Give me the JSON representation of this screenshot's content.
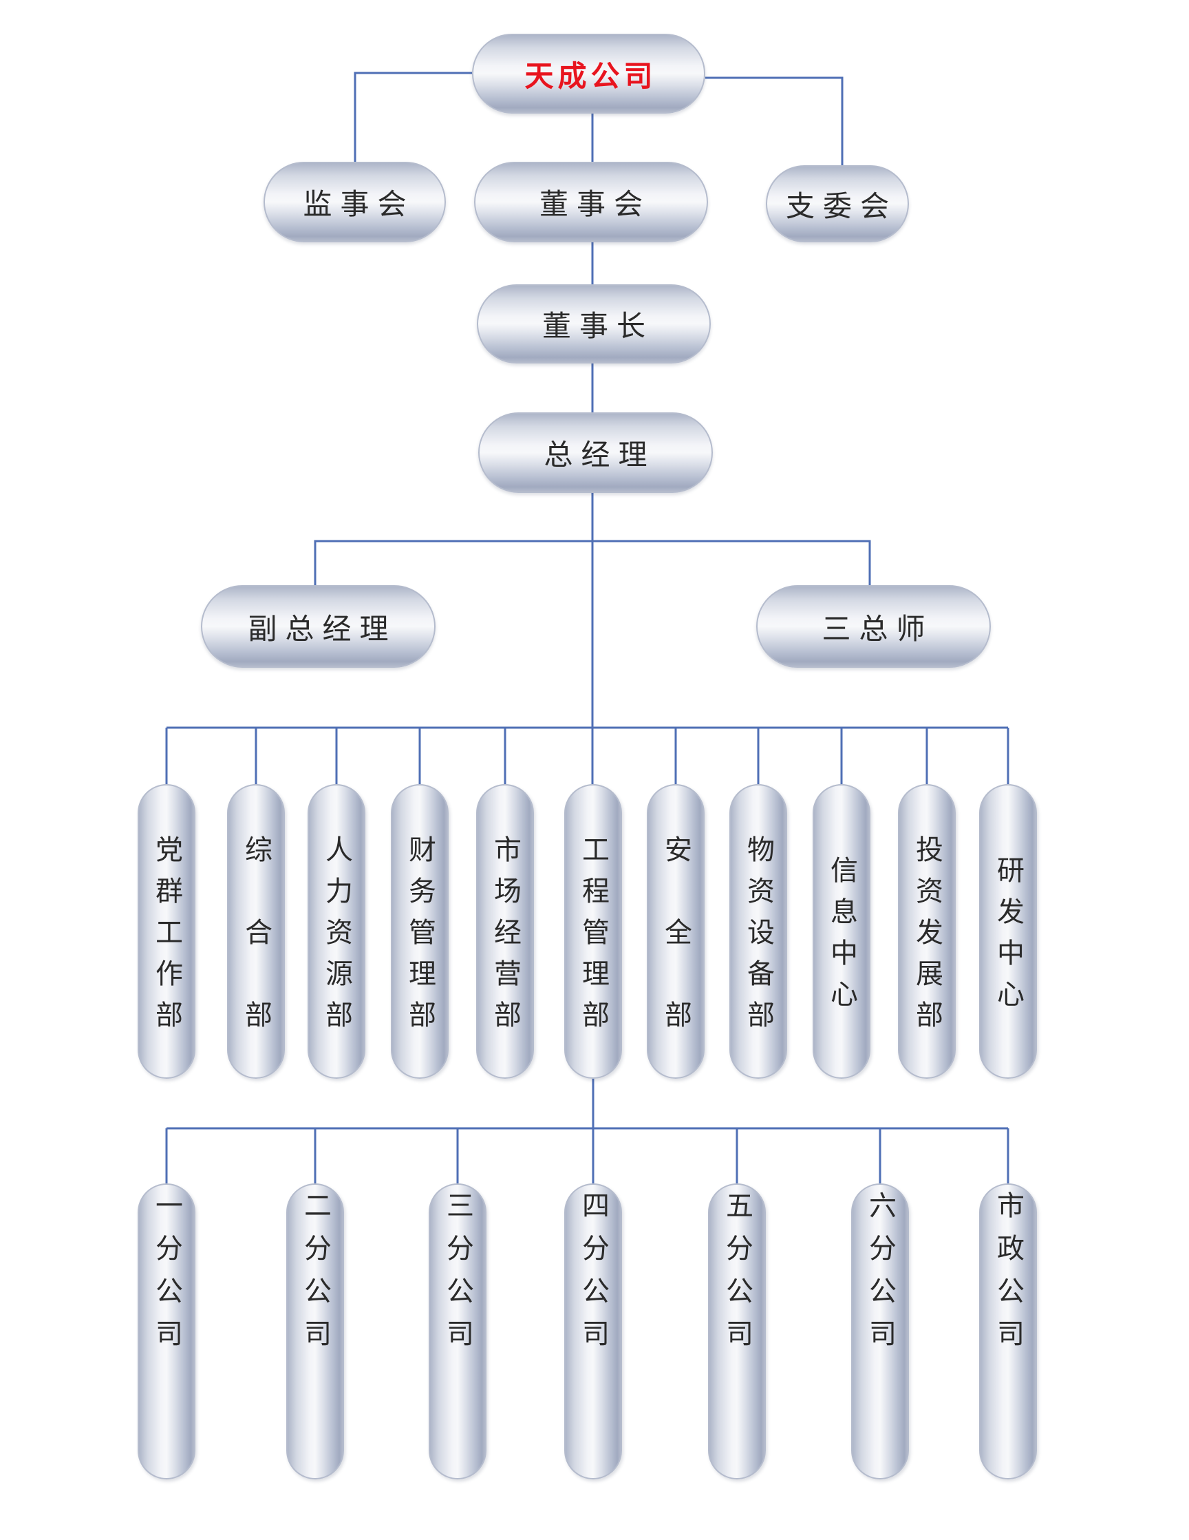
{
  "colors": {
    "line": "#4f6fb5",
    "company_text": "#e8141e",
    "node_text": "#2a2a2a"
  },
  "company": "天成公司",
  "governance": {
    "supervisory_board": "监事会",
    "board_of_directors": "董事会",
    "party_branch_committee": "支委会"
  },
  "chairman": "董事长",
  "general_manager": "总经理",
  "deputy_general_manager": "副总经理",
  "three_chiefs": "三总师",
  "departments": [
    "党群工作部",
    "综合部",
    "人力资源部",
    "财务管理部",
    "市场经营部",
    "工程管理部",
    "安全部",
    "物资设备部",
    "信息中心",
    "投资发展部",
    "研发中心"
  ],
  "branches": [
    "一分公司",
    "二分公司",
    "三分公司",
    "四分公司",
    "五分公司",
    "六分公司",
    "市政公司"
  ]
}
